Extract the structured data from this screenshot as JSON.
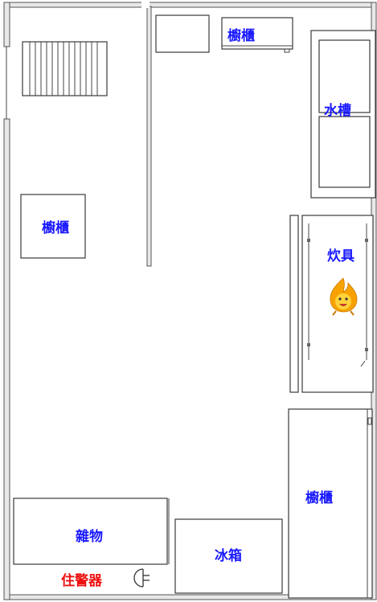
{
  "labels": {
    "cabinet_top": "櫥櫃",
    "sink": "水槽",
    "cabinet_left": "櫥櫃",
    "stove": "炊具",
    "cabinet_right": "櫥櫃",
    "storage": "雜物",
    "fridge": "冰箱",
    "alarm": "住警器"
  },
  "icons": {
    "stove_flame": "flame-mascot-icon",
    "alarm": "smoke-alarm-icon"
  },
  "colors": {
    "label_blue": "#1a1aff",
    "label_red": "#ee1111",
    "flame_outer": "#f7a200",
    "flame_inner": "#ffd23a"
  }
}
